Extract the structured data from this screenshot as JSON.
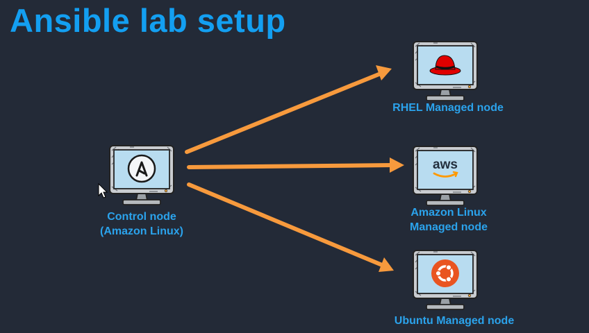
{
  "title": "Ansible lab setup",
  "colors": {
    "background": "#232a37",
    "title": "#139ff1",
    "label": "#2ba3ec",
    "arrow": "#f79a3d",
    "screen": "#b8dcf0",
    "rhel": "#e00000",
    "ubuntu": "#e95420",
    "aws_orange": "#ff9900"
  },
  "nodes": {
    "control": {
      "label_line1": "Control node",
      "label_line2": "(Amazon Linux)",
      "icon": "ansible-icon",
      "icon_text": "A"
    },
    "rhel": {
      "label_line1": "RHEL Managed node",
      "icon": "redhat-icon"
    },
    "amazon": {
      "label_line1": "Amazon Linux",
      "label_line2": "Managed node",
      "icon": "aws-icon",
      "icon_text": "aws"
    },
    "ubuntu": {
      "label_line1": "Ubuntu Managed node",
      "icon": "ubuntu-icon"
    }
  }
}
